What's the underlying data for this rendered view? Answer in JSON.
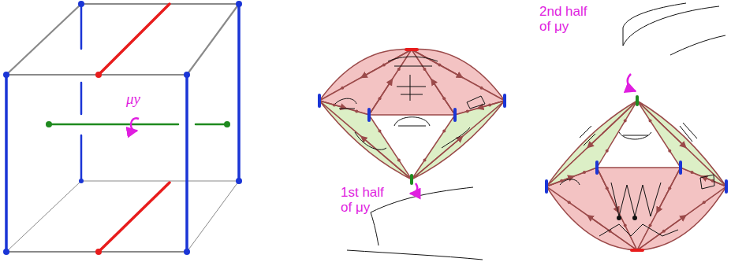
{
  "diagram": {
    "labels": [
      "μy",
      "1st half of μy",
      "2nd half of μy"
    ]
  }
}
